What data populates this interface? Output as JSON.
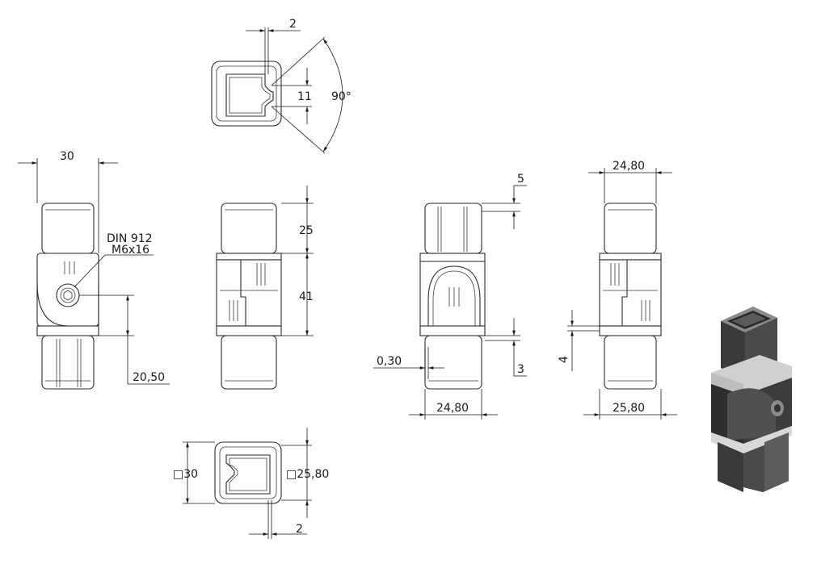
{
  "dims": {
    "wall_top": "2",
    "slot_width": "11",
    "angle": "90°",
    "width_left": "30",
    "bolt_line1": "DIN 912",
    "bolt_line2": "M6x16",
    "pivot_height": "20,50",
    "top_len": "25",
    "mid_len": "41",
    "step_top": "5",
    "gap": "0,30",
    "step_bottom": "3",
    "inner_width": "24,80",
    "top_width_right": "24,80",
    "outer_width_right": "25,80",
    "flange": "4",
    "square_outer": "□30",
    "square_inner": "□25,80",
    "wall_bottom": "2"
  }
}
